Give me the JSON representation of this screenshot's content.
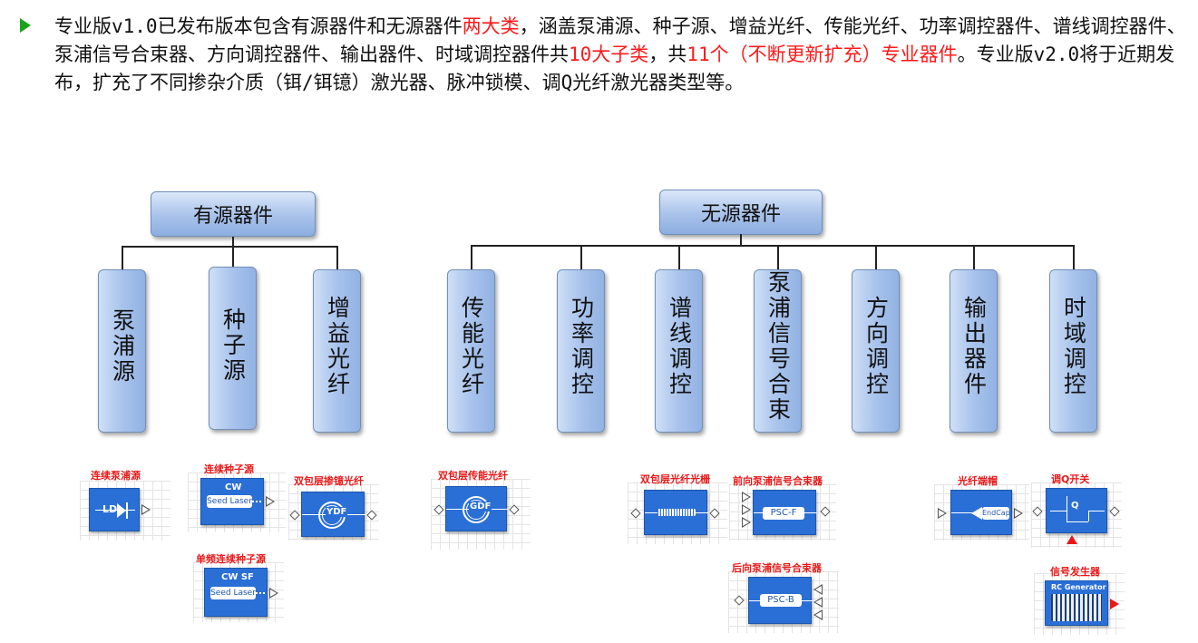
{
  "intro": {
    "segments": [
      {
        "text": "专业版v1.0已发布版本包含有源器件和无源器件",
        "red": false
      },
      {
        "text": "两大类",
        "red": true
      },
      {
        "text": "，涵盖泵浦源、种子源、增益光纤、传能光纤、功率调控器件、谱线调控器件、泵浦信号合束器、方向调控器件、输出器件、时域调控器件共",
        "red": false
      },
      {
        "text": "10大子类",
        "red": true
      },
      {
        "text": "，共",
        "red": false
      },
      {
        "text": "11个（不断更新扩充）专业器件",
        "red": true
      },
      {
        "text": "。专业版v2.0将于近期发布，扩充了不同掺杂介质（铒/铒镱）激光器、脉冲锁模、调Q光纤激光器类型等。",
        "red": false
      }
    ],
    "colors": {
      "bullet": "#1aa31a",
      "highlight": "#ff1a1a"
    }
  },
  "tree": {
    "active": {
      "label": "有源器件"
    },
    "passive": {
      "label": "无源器件"
    },
    "subs": [
      {
        "key": "pump",
        "label": "泵浦源"
      },
      {
        "key": "seed",
        "label": "种子源"
      },
      {
        "key": "gain",
        "label": "增益光纤"
      },
      {
        "key": "delivery",
        "label": "传能光纤"
      },
      {
        "key": "power",
        "label": "功率调控"
      },
      {
        "key": "spectral",
        "label": "谱线调控"
      },
      {
        "key": "combiner",
        "label": "泵浦信号合束"
      },
      {
        "key": "direction",
        "label": "方向调控"
      },
      {
        "key": "output",
        "label": "输出器件"
      },
      {
        "key": "temporal",
        "label": "时域调控"
      }
    ]
  },
  "components": {
    "cw_pump": {
      "title": "连续泵浦源",
      "text": "LD"
    },
    "cw_seed": {
      "title": "连续种子源",
      "line1": "CW",
      "line2": "Seed Laser"
    },
    "sf_seed": {
      "title": "单频连续种子源",
      "line1": "CW  SF",
      "line2": "Seed Laser"
    },
    "ydf": {
      "title": "双包层掺镱光纤",
      "text": "YDF"
    },
    "gdf": {
      "title": "双包层传能光纤",
      "text": "GDF"
    },
    "fbg": {
      "title": "双包层光纤光栅"
    },
    "psc_f": {
      "title": "前向泵浦信号合束器",
      "text": "PSC-F"
    },
    "psc_b": {
      "title": "后向泵浦信号合束器",
      "text": "PSC-B"
    },
    "endcap": {
      "title": "光纤端帽",
      "text": "EndCap"
    },
    "qswitch": {
      "title": "调Q开关",
      "text": "Q"
    },
    "rc": {
      "title": "信号发生器",
      "line1": "RC  Generator"
    }
  }
}
